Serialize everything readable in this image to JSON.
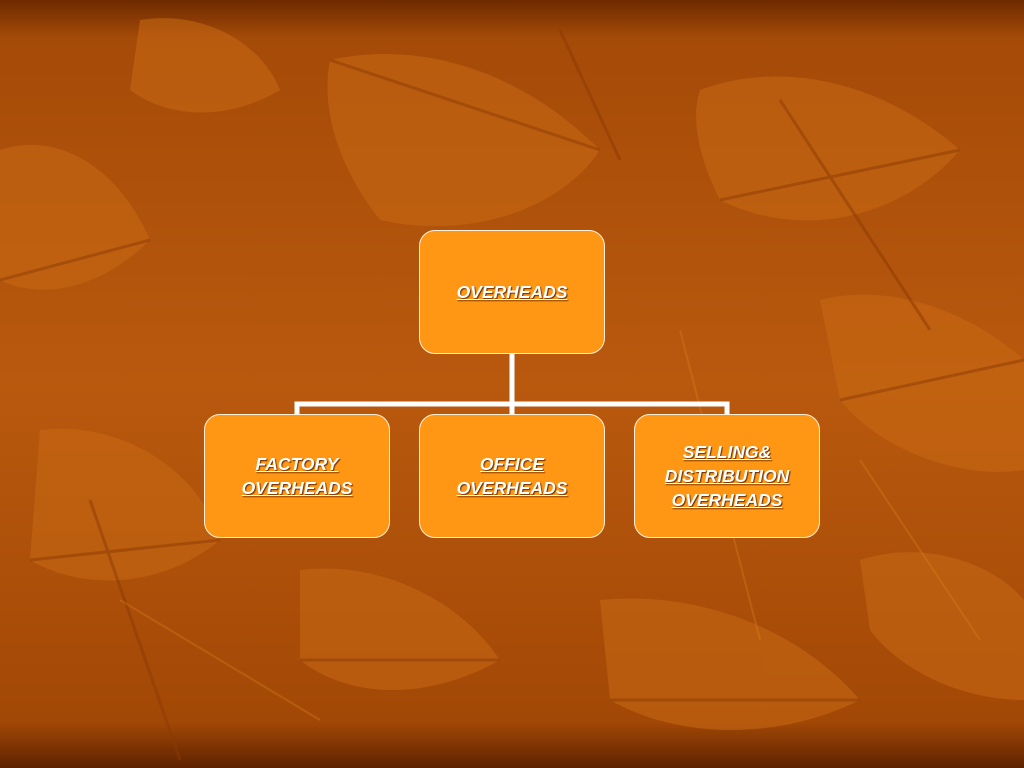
{
  "colors": {
    "background": "#B3540C",
    "background_dark": "#7A3100",
    "leaf_shape": "#C96A14",
    "node_fill": "#FF9614",
    "node_border": "#FFF1DC",
    "connector": "#FFFFFF",
    "text": "#FFFFFF"
  },
  "diagram": {
    "root": {
      "lines": [
        "OVERHEADS"
      ]
    },
    "children": [
      {
        "lines": [
          "FACTORY",
          "OVERHEADS"
        ]
      },
      {
        "lines": [
          "OFFICE",
          "OVERHEADS"
        ]
      },
      {
        "lines": [
          "SELLING&",
          "DISTRIBUTION",
          "OVERHEADS"
        ]
      }
    ]
  }
}
